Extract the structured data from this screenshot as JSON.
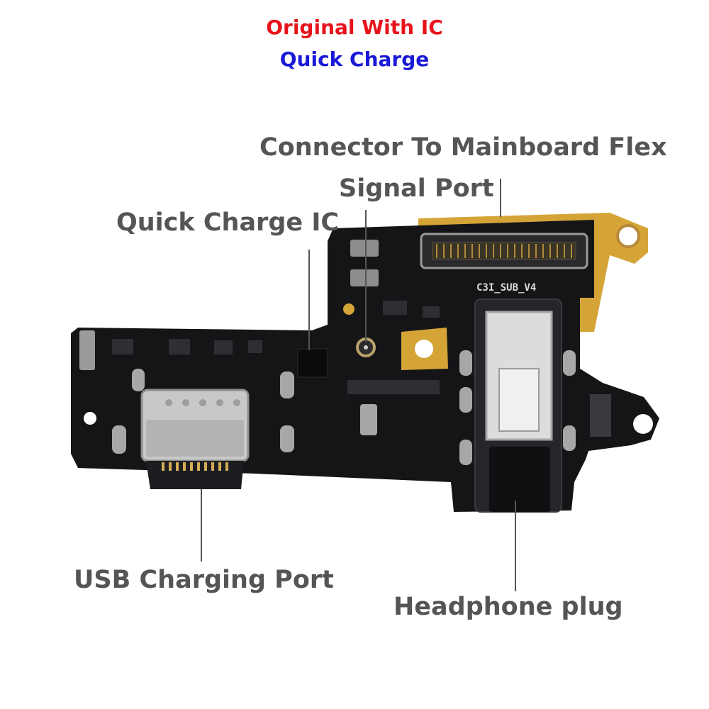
{
  "headline": {
    "line1": "Original With IC",
    "line2": "Quick Charge",
    "line1_color": "#e8131b",
    "line2_color": "#1a19d8"
  },
  "callouts": {
    "mainboard_connector": "Connector To Mainboard Flex",
    "signal_port": "Signal Port",
    "quick_charge_ic": "Quick Charge IC",
    "usb_port": "USB Charging Port",
    "headphone_plug": "Headphone plug"
  },
  "board": {
    "silkscreen": "C3I_SUB_V4",
    "pcb_color": "#151517",
    "gold_color": "#d4a437"
  }
}
